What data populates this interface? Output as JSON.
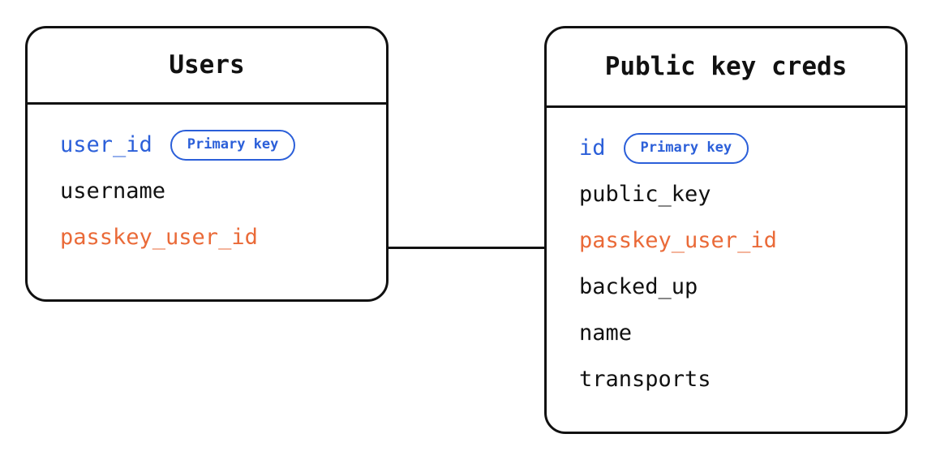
{
  "diagram": {
    "type": "entity-relationship-diagram",
    "background_color": "#ffffff",
    "colors": {
      "primary_key": "#2B5FD9",
      "foreign_key": "#EA6A38",
      "text": "#111111",
      "border": "#111111"
    },
    "badge_label": "Primary key",
    "entities": [
      {
        "id": "users",
        "title": "Users",
        "fields": [
          {
            "name": "user_id",
            "role": "pk",
            "badge": "Primary key"
          },
          {
            "name": "username",
            "role": "norm",
            "badge": null
          },
          {
            "name": "passkey_user_id",
            "role": "fk",
            "badge": null
          }
        ]
      },
      {
        "id": "public-key-creds",
        "title": "Public key creds",
        "fields": [
          {
            "name": "id",
            "role": "pk",
            "badge": "Primary key"
          },
          {
            "name": "public_key",
            "role": "norm",
            "badge": null
          },
          {
            "name": "passkey_user_id",
            "role": "fk",
            "badge": null
          },
          {
            "name": "backed_up",
            "role": "norm",
            "badge": null
          },
          {
            "name": "name",
            "role": "norm",
            "badge": null
          },
          {
            "name": "transports",
            "role": "norm",
            "badge": null
          }
        ]
      }
    ],
    "relationships": [
      {
        "from": "users.passkey_user_id",
        "to": "public-key-creds.passkey_user_id",
        "style": "straight-line"
      }
    ]
  }
}
